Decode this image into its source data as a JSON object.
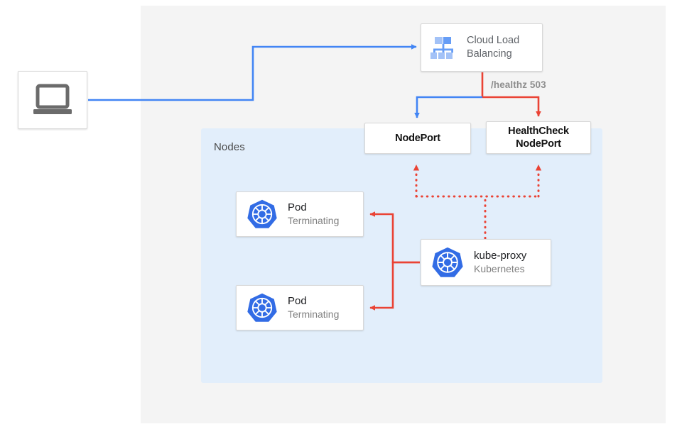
{
  "diagram": {
    "outer_panel_name": "diagram-background",
    "nodes_panel": {
      "label": "Nodes"
    },
    "nodes": {
      "client": {
        "icon": "laptop-icon",
        "label": ""
      },
      "cloud_load_balancing": {
        "icon": "cloud-load-balancing-icon",
        "line1": "Cloud Load",
        "line2": "Balancing"
      },
      "nodeport": {
        "label": "NodePort"
      },
      "healthcheck_nodeport": {
        "line1": "HealthCheck",
        "line2": "NodePort"
      },
      "pod_1": {
        "icon": "kubernetes-icon",
        "title": "Pod",
        "subtitle": "Terminating"
      },
      "pod_2": {
        "icon": "kubernetes-icon",
        "title": "Pod",
        "subtitle": "Terminating"
      },
      "kube_proxy": {
        "icon": "kubernetes-icon",
        "title": "kube-proxy",
        "subtitle": "Kubernetes"
      }
    },
    "edges": {
      "healthz_label": "/healthz 503"
    },
    "colors": {
      "panel_background": "#f4f4f4",
      "nodes_panel_background": "#e2eefb",
      "blue_arrow": "#4285f4",
      "red_arrow": "#ea4335",
      "kubernetes_blue": "#326ce5",
      "card_background": "#ffffff",
      "muted_text": "#808080",
      "label_text": "#8e8e8e"
    }
  }
}
